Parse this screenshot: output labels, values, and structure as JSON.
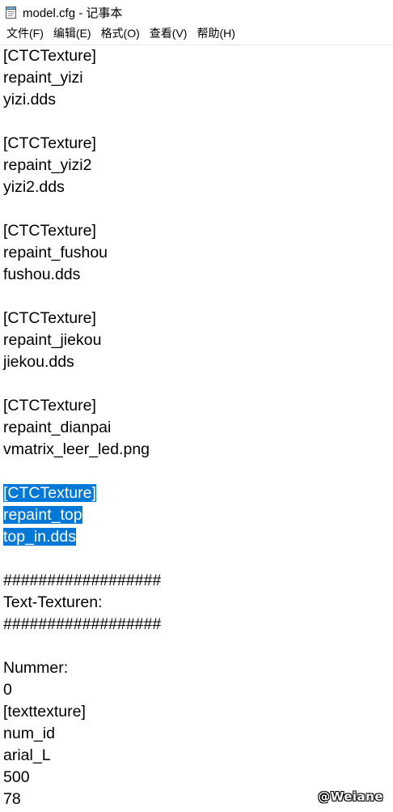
{
  "window": {
    "title": "model.cfg - 记事本",
    "icon": "notepad-icon"
  },
  "menu": {
    "items": [
      {
        "label": "文件(F)"
      },
      {
        "label": "编辑(E)"
      },
      {
        "label": "格式(O)"
      },
      {
        "label": "查看(V)"
      },
      {
        "label": "帮助(H)"
      }
    ]
  },
  "editor": {
    "lines": [
      {
        "text": "[CTCTexture]",
        "selected": false
      },
      {
        "text": "repaint_yizi",
        "selected": false
      },
      {
        "text": "yizi.dds",
        "selected": false
      },
      {
        "text": "",
        "selected": false
      },
      {
        "text": "[CTCTexture]",
        "selected": false
      },
      {
        "text": "repaint_yizi2",
        "selected": false
      },
      {
        "text": "yizi2.dds",
        "selected": false
      },
      {
        "text": "",
        "selected": false
      },
      {
        "text": "[CTCTexture]",
        "selected": false
      },
      {
        "text": "repaint_fushou",
        "selected": false
      },
      {
        "text": "fushou.dds",
        "selected": false
      },
      {
        "text": "",
        "selected": false
      },
      {
        "text": "[CTCTexture]",
        "selected": false
      },
      {
        "text": "repaint_jiekou",
        "selected": false
      },
      {
        "text": "jiekou.dds",
        "selected": false
      },
      {
        "text": "",
        "selected": false
      },
      {
        "text": "[CTCTexture]",
        "selected": false
      },
      {
        "text": "repaint_dianpai",
        "selected": false
      },
      {
        "text": "vmatrix_leer_led.png",
        "selected": false
      },
      {
        "text": "",
        "selected": false
      },
      {
        "text": "[CTCTexture]",
        "selected": true
      },
      {
        "text": "repaint_top",
        "selected": true
      },
      {
        "text": "top_in.dds",
        "selected": true
      },
      {
        "text": "",
        "selected": false
      },
      {
        "text": "##################",
        "selected": false
      },
      {
        "text": "Text-Texturen:",
        "selected": false
      },
      {
        "text": "##################",
        "selected": false
      },
      {
        "text": "",
        "selected": false
      },
      {
        "text": "Nummer:",
        "selected": false
      },
      {
        "text": "0",
        "selected": false
      },
      {
        "text": "[texttexture]",
        "selected": false
      },
      {
        "text": "num_id",
        "selected": false
      },
      {
        "text": "arial_L",
        "selected": false
      },
      {
        "text": "500",
        "selected": false
      },
      {
        "text": "78",
        "selected": false
      }
    ],
    "selection_color": "#0078d7"
  },
  "watermark": {
    "text": "@Weiane"
  }
}
